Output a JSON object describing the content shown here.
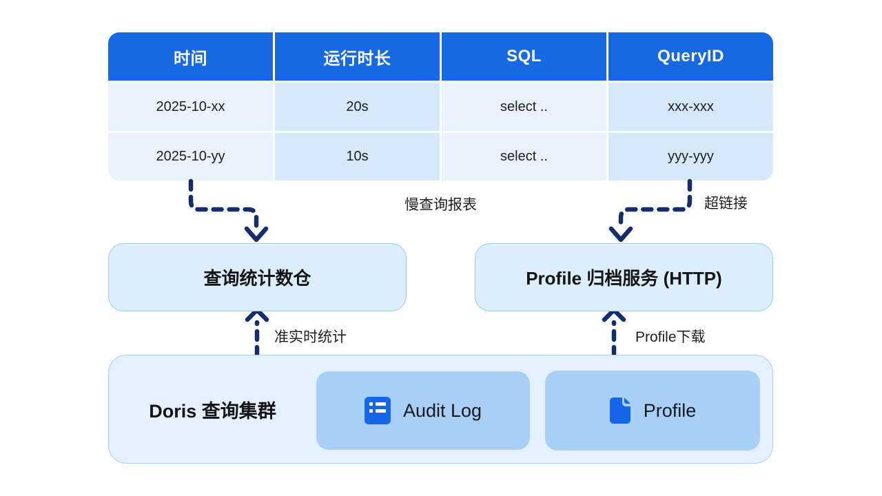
{
  "table": {
    "headers": [
      "时间",
      "运行时长",
      "SQL",
      "QueryID"
    ],
    "rows": [
      [
        "2025-10-xx",
        "20s",
        "select ..",
        "xxx-xxx"
      ],
      [
        "2025-10-yy",
        "10s",
        "select ..",
        "yyy-yyy"
      ]
    ]
  },
  "flow_labels": {
    "slow_query_report": "慢查询报表",
    "hyperlink": "超链接",
    "near_realtime_stats": "准实时统计",
    "profile_download": "Profile下载"
  },
  "nodes": {
    "query_stats_warehouse": "查询统计数仓",
    "profile_archive_service": "Profile 归档服务 (HTTP)",
    "doris_cluster": "Doris 查询集群",
    "audit_log": "Audit Log",
    "profile": "Profile"
  },
  "icons": {
    "audit_log": "list-icon",
    "profile": "file-document-icon"
  },
  "colors": {
    "header_blue": "#1668e3",
    "cell_light": "#e8f3fd",
    "cell_dark": "#d5e9fb",
    "box_fill": "#dcedfc",
    "box_border": "#9acbf1",
    "doris_fill": "#e4f0fd",
    "doris_border": "#a5d2f3",
    "subbox_fill": "#a9cff7",
    "icon_blue": "#1765e8",
    "arrow_navy": "#132e6b",
    "text_dark": "#1d1d1f"
  }
}
